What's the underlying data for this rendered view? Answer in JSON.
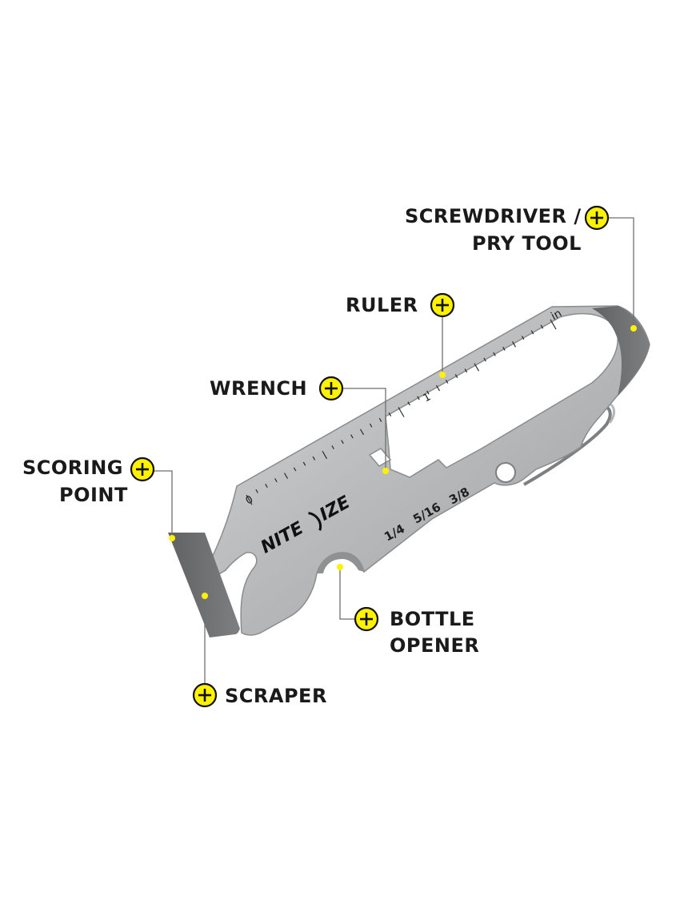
{
  "colors": {
    "accent": "#fff200",
    "steel": "#b8babb",
    "edge": "#6c6e70",
    "label": "#1a1a1a"
  },
  "product": {
    "brand_left": "NITE",
    "brand_right": "IZE",
    "ruler_zero": "0",
    "ruler_one": "1",
    "ruler_unit": "in",
    "wrench_sizes": [
      "1/4",
      "5/16",
      "3/8"
    ]
  },
  "callouts": [
    {
      "id": "screwdriver",
      "lines": [
        "SCREWDRIVER /",
        "PRY TOOL"
      ],
      "icon": "plus-circle-icon"
    },
    {
      "id": "ruler",
      "lines": [
        "RULER"
      ],
      "icon": "plus-circle-icon"
    },
    {
      "id": "wrench",
      "lines": [
        "WRENCH"
      ],
      "icon": "plus-circle-icon"
    },
    {
      "id": "scoring-point",
      "lines": [
        "SCORING",
        "POINT"
      ],
      "icon": "plus-circle-icon"
    },
    {
      "id": "bottle-opener",
      "lines": [
        "BOTTLE",
        "OPENER"
      ],
      "icon": "plus-circle-icon"
    },
    {
      "id": "scraper",
      "lines": [
        "SCRAPER"
      ],
      "icon": "plus-circle-icon"
    }
  ]
}
